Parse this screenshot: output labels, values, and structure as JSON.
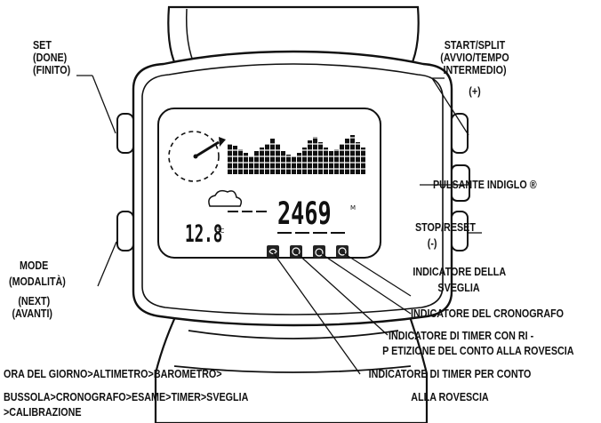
{
  "watch": {
    "altitude_value": "2469",
    "altitude_unit": "M",
    "temperature_value": "12.8",
    "temperature_unit": "°C",
    "mode_icon_names": [
      "timer-repeat-icon",
      "timer-countdown-icon",
      "chronograph-icon",
      "alarm-icon"
    ]
  },
  "labels": {
    "set": [
      "SET",
      "(DONE)",
      "(FINITO)"
    ],
    "start_split": [
      "START/SPLIT",
      "(AVVIO/TEMPO",
      "INTERMEDIO)",
      "(+)"
    ],
    "indiglo": "PULSANTE INDIGLO ®",
    "stop_reset": [
      "STOP/RESET",
      "(-)"
    ],
    "mode": [
      "MODE",
      "(MODALITÀ)",
      "(NEXT)",
      "(AVANTI)"
    ],
    "alarm_indicator": [
      "INDICATORE DELLA",
      "SVEGLIA"
    ],
    "chrono_indicator": "INDICATORE DEL CRONOGRAFO",
    "repeat_timer_indicator": [
      "INDICATORE DI TIMER CON RI  -",
      "P ETIZIONE DEL CONTO ALLA ROVESCIA"
    ],
    "countdown_timer_indicator": [
      "INDICATORE DI TIMER PER CONTO",
      "ALLA ROVESCIA"
    ],
    "mode_sequence": [
      "ORA DEL GIORNO>ALTIMETRO>BAROMETRO>",
      "BUSSOLA>CRONOGRAFO>ESAME>TIMER>SVEGLIA",
      ">CALIBRAZIONE"
    ]
  }
}
